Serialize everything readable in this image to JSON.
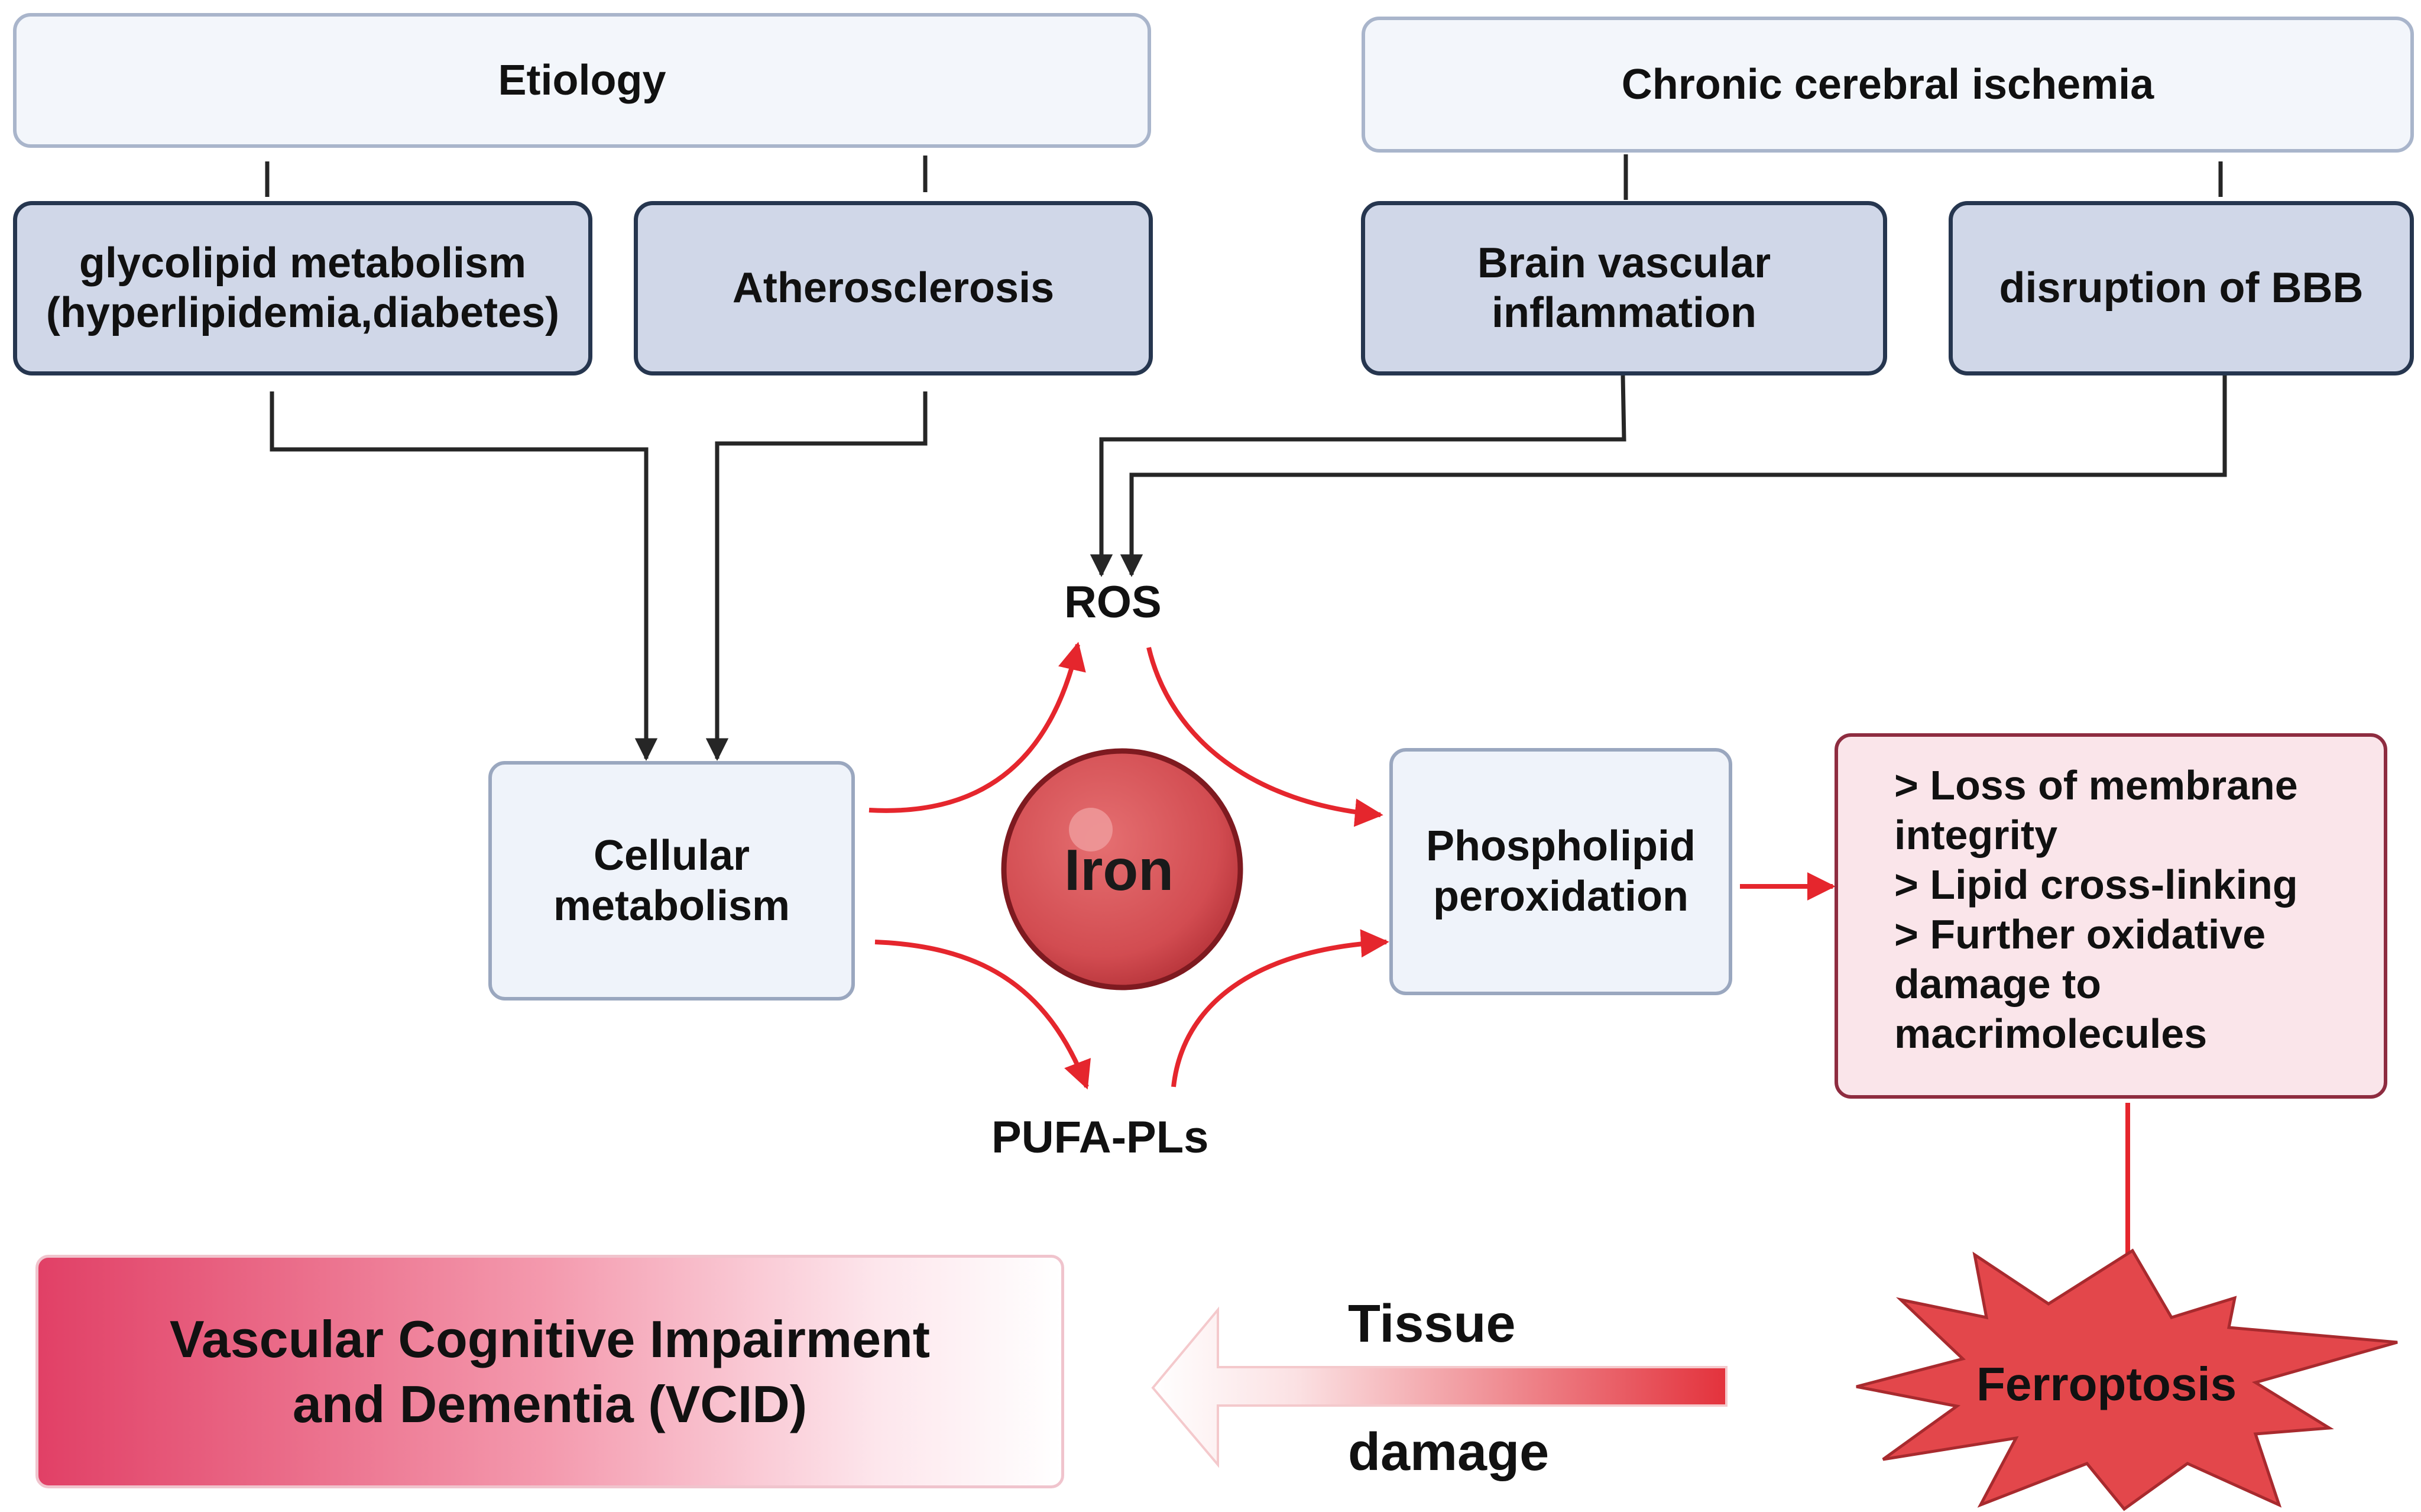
{
  "diagram": {
    "etiology": {
      "title": "Etiology",
      "items": [
        {
          "line1": "glycolipid metabolism",
          "line2": "(hyperlipidemia,diabetes)"
        },
        {
          "line1": "Atherosclerosis",
          "line2": ""
        }
      ]
    },
    "ischemia": {
      "title": "Chronic cerebral ischemia",
      "items": [
        {
          "line1": "Brain vascular",
          "line2": "inflammation"
        },
        {
          "line1": "disruption of BBB",
          "line2": ""
        }
      ]
    },
    "ros": "ROS",
    "pufa": "PUFA-PLs",
    "iron": "Iron",
    "cellular": {
      "line1": "Cellular",
      "line2": "metabolism"
    },
    "phospholipid": {
      "line1": "Phospholipid",
      "line2": "peroxidation"
    },
    "effects": [
      "> Loss of membrane",
      "integrity",
      "> Lipid cross-linking",
      "> Further oxidative",
      "damage to",
      "macrimolecules"
    ],
    "ferroptosis": "Ferroptosis",
    "tissue_damage": {
      "line1": "Tissue",
      "line2": "damage"
    },
    "vcid": {
      "line1": "Vascular Cognitive Impairment",
      "line2": "and Dementia (VCID)"
    },
    "colors": {
      "header_fill": "#f3f6fb",
      "sub_fill": "#d0d7e8",
      "arrow_red": "#e5262d",
      "arrow_dark": "#262626",
      "iron_fill": "#d44a4f",
      "ferroptosis_fill": "#e3474b"
    }
  }
}
